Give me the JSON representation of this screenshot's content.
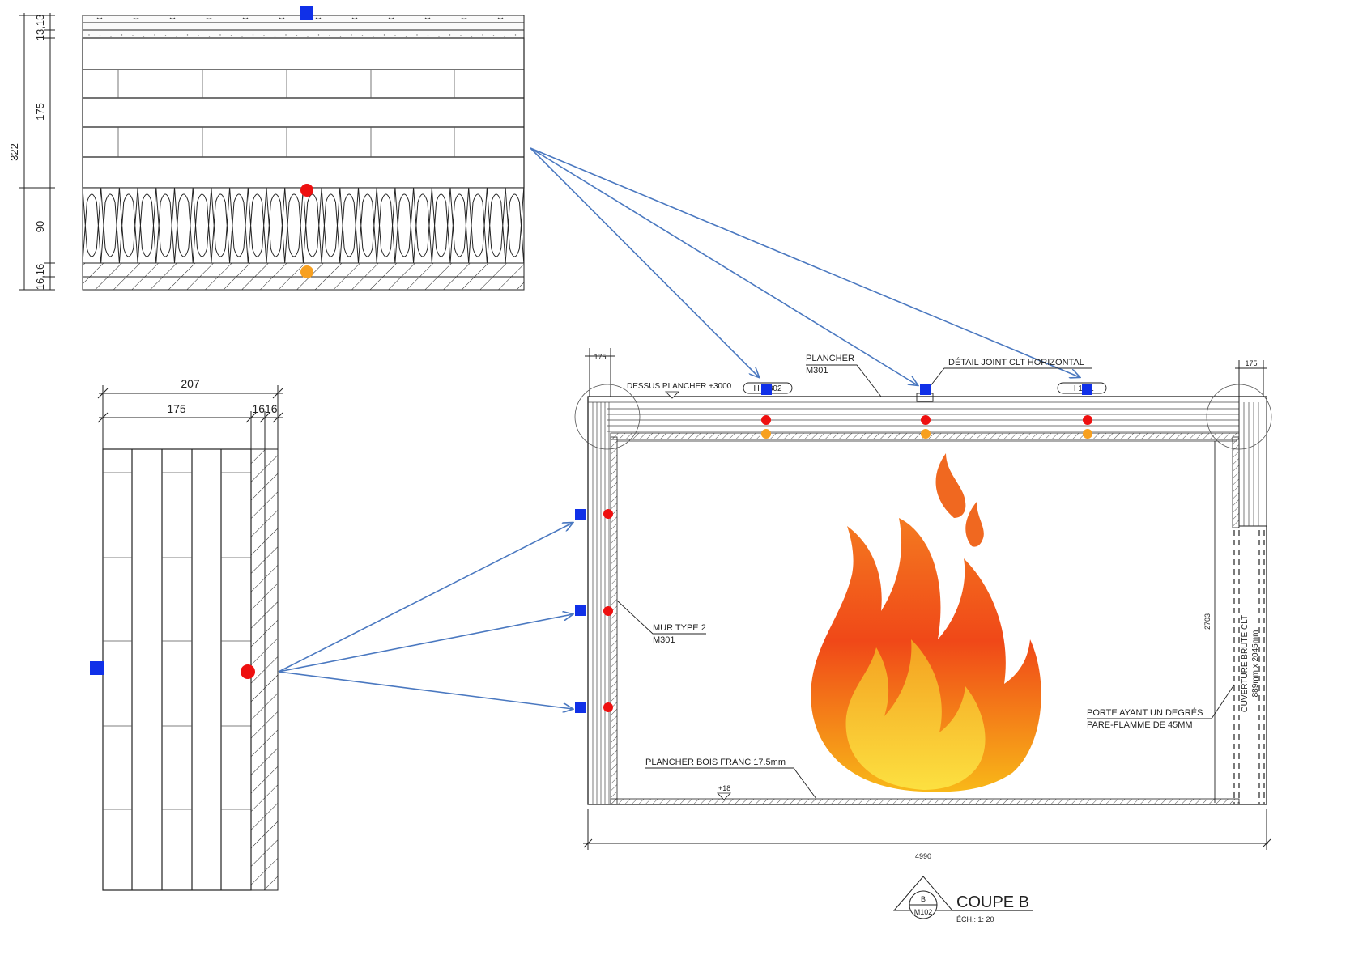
{
  "colors": {
    "sensor_blue": "#1030e8",
    "sensor_red": "#ee1010",
    "sensor_orange": "#f7a020",
    "arrow": "#4a78c0",
    "line": "#222222",
    "flame_outer": "#f04818",
    "flame_inner": "#f8c020"
  },
  "icons": {
    "fire": "flame-icon",
    "section_marker": "section-marker-icon"
  },
  "floor_section": {
    "dims": [
      "13,13",
      "175",
      "322",
      "90",
      "16,16"
    ]
  },
  "wall_section": {
    "dims": [
      "207",
      "175",
      "1616"
    ]
  },
  "coupe": {
    "dims": [
      "175",
      "175",
      "4990",
      "2703"
    ],
    "labels": {
      "dessus_plancher": "DESSUS PLANCHER +3000",
      "tag_h1": "H 1 302",
      "tag_h2": "H 10 1",
      "plancher": "PLANCHER",
      "plancher_ref": "M301",
      "detail_joint": "DÉTAIL JOINT CLT HORIZONTAL",
      "mur_type": "MUR TYPE 2",
      "mur_ref": "M301",
      "porte_line1": "PORTE AYANT UN DEGRÉS",
      "porte_line2": "PARE-FLAMME DE 45MM",
      "ouverture_line1": "OUVERTURE BRUTE CLT",
      "ouverture_line2": "889mm x 2045mm",
      "plancher_bois": "PLANCHER BOIS FRANC 17.5mm",
      "level_18": "+18"
    },
    "section_marker": {
      "letter": "B",
      "sheet": "M102",
      "title": "COUPE B",
      "scale": "ÉCH.: 1: 20"
    }
  }
}
